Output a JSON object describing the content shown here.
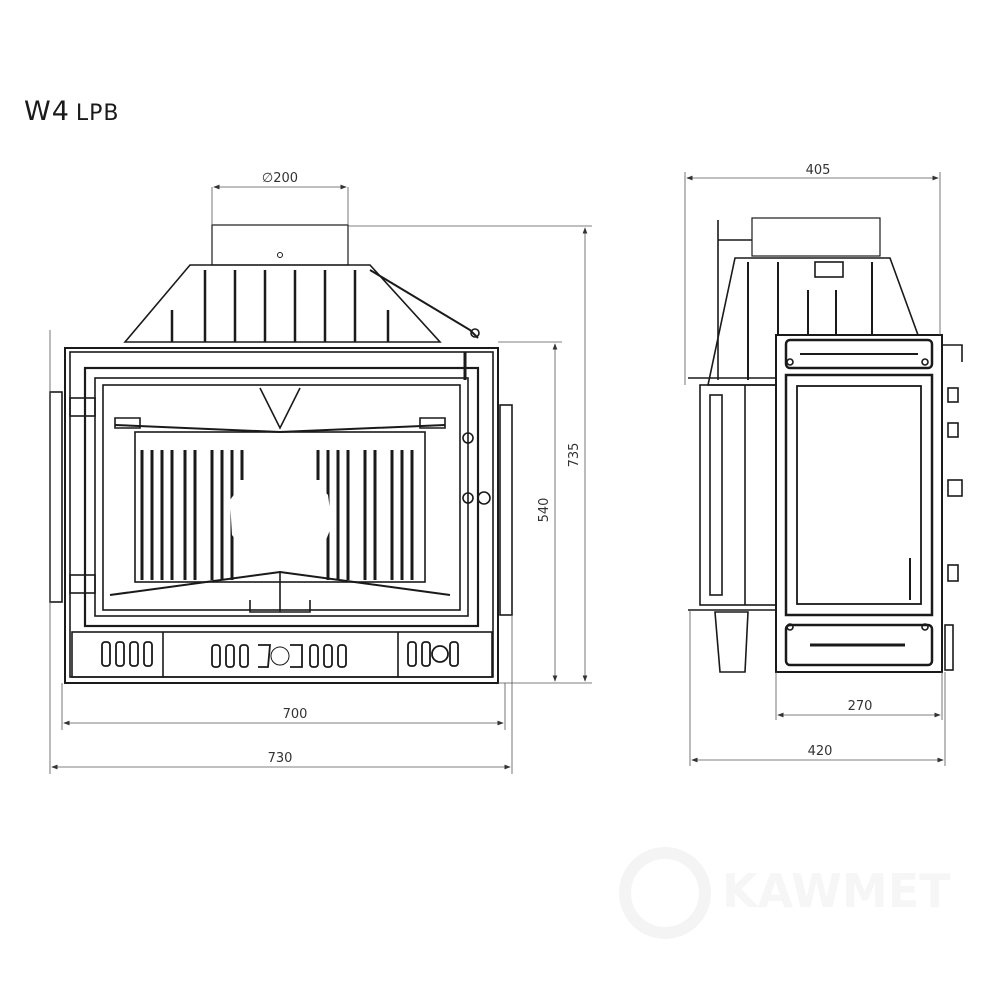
{
  "title": {
    "model": "W4",
    "variant": "LPB"
  },
  "dimensions": {
    "flue_diameter": "∅200",
    "front_total_height": "735",
    "front_body_height": "540",
    "front_body_width": "700",
    "front_total_width": "730",
    "side_top_depth": "405",
    "side_door_depth": "270",
    "side_total_depth": "420"
  },
  "watermark": "KAWMET",
  "colors": {
    "line": "#1a1a1a",
    "dimension": "#555555",
    "background": "#ffffff"
  }
}
